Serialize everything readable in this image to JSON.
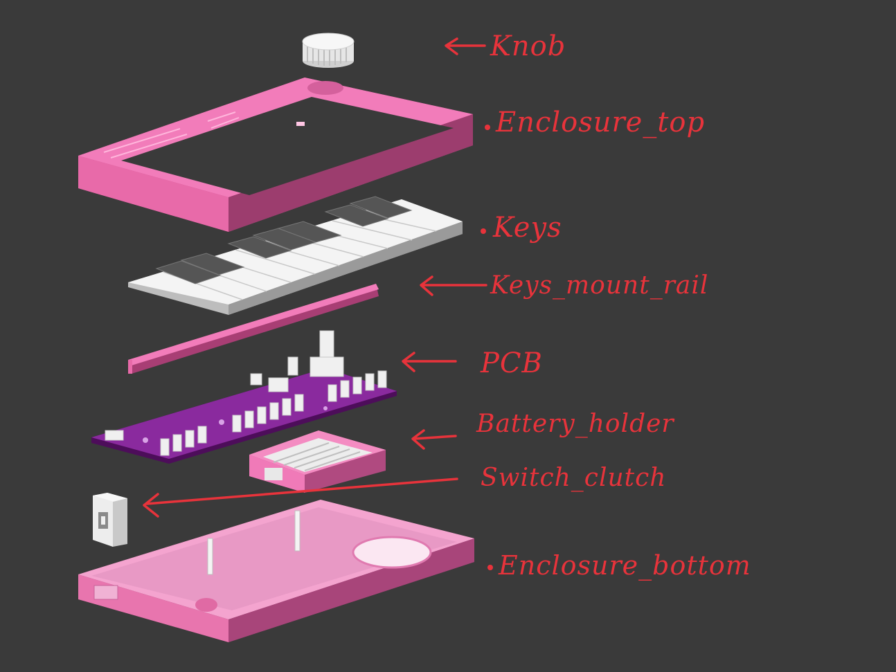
{
  "labels": {
    "knob": "Knob",
    "enclosure_top": "Enclosure_top",
    "keys": "Keys",
    "keys_mount_rail": "Keys_mount_rail",
    "pcb": "PCB",
    "battery_holder": "Battery_holder",
    "switch_clutch": "Switch_clutch",
    "enclosure_bottom": "Enclosure_bottom"
  },
  "colors": {
    "background": "#3a3a3a",
    "annotation": "#e8333b",
    "enclosure": "#f07ab8",
    "pcb": "#7a1a8c",
    "keys": "#f2f2f2"
  }
}
